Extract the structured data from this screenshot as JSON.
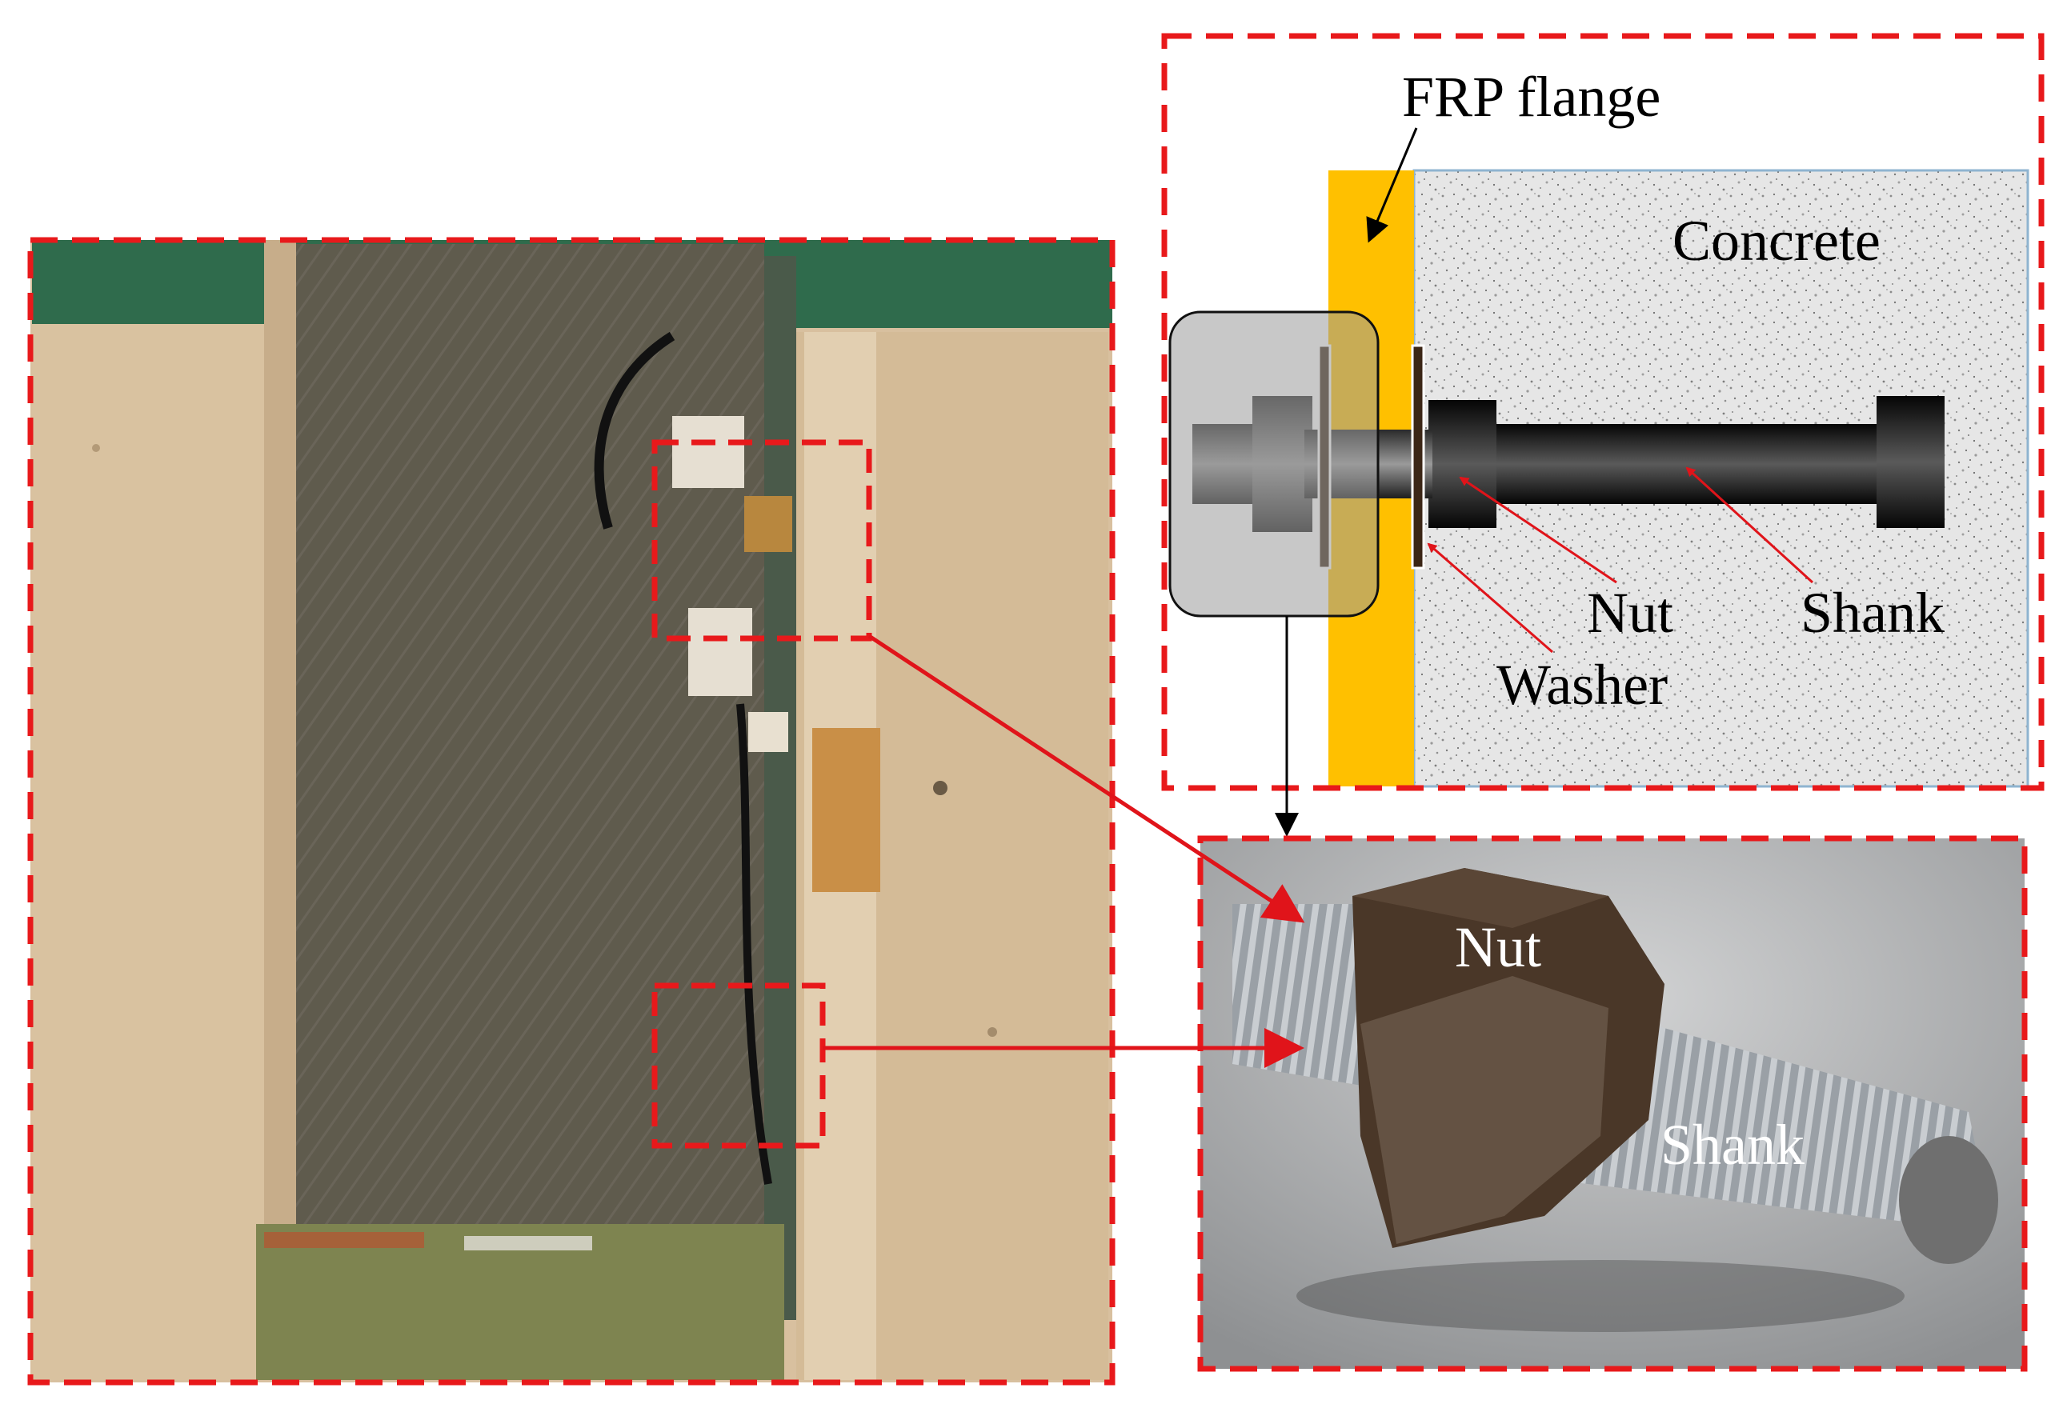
{
  "labels": {
    "frp_flange": "FRP flange",
    "concrete": "Concrete",
    "nut_diagram": "Nut",
    "washer_diagram": "Washer",
    "shank_diagram": "Shank",
    "nut_photo": "Nut",
    "shank_photo": "Shank"
  },
  "colors": {
    "dashed_frame": "#e8191b",
    "arrow_red": "#e0141a",
    "frp": "#ffc000",
    "concrete_bg": "#e4e4e4",
    "bolt_dark": "#111111",
    "washer": "#3b2616",
    "cap": "#a7a7a7"
  },
  "icons": {
    "left_photo": "beam-specimen-photo",
    "bolt_photo": "fractured-bolt-photo"
  }
}
